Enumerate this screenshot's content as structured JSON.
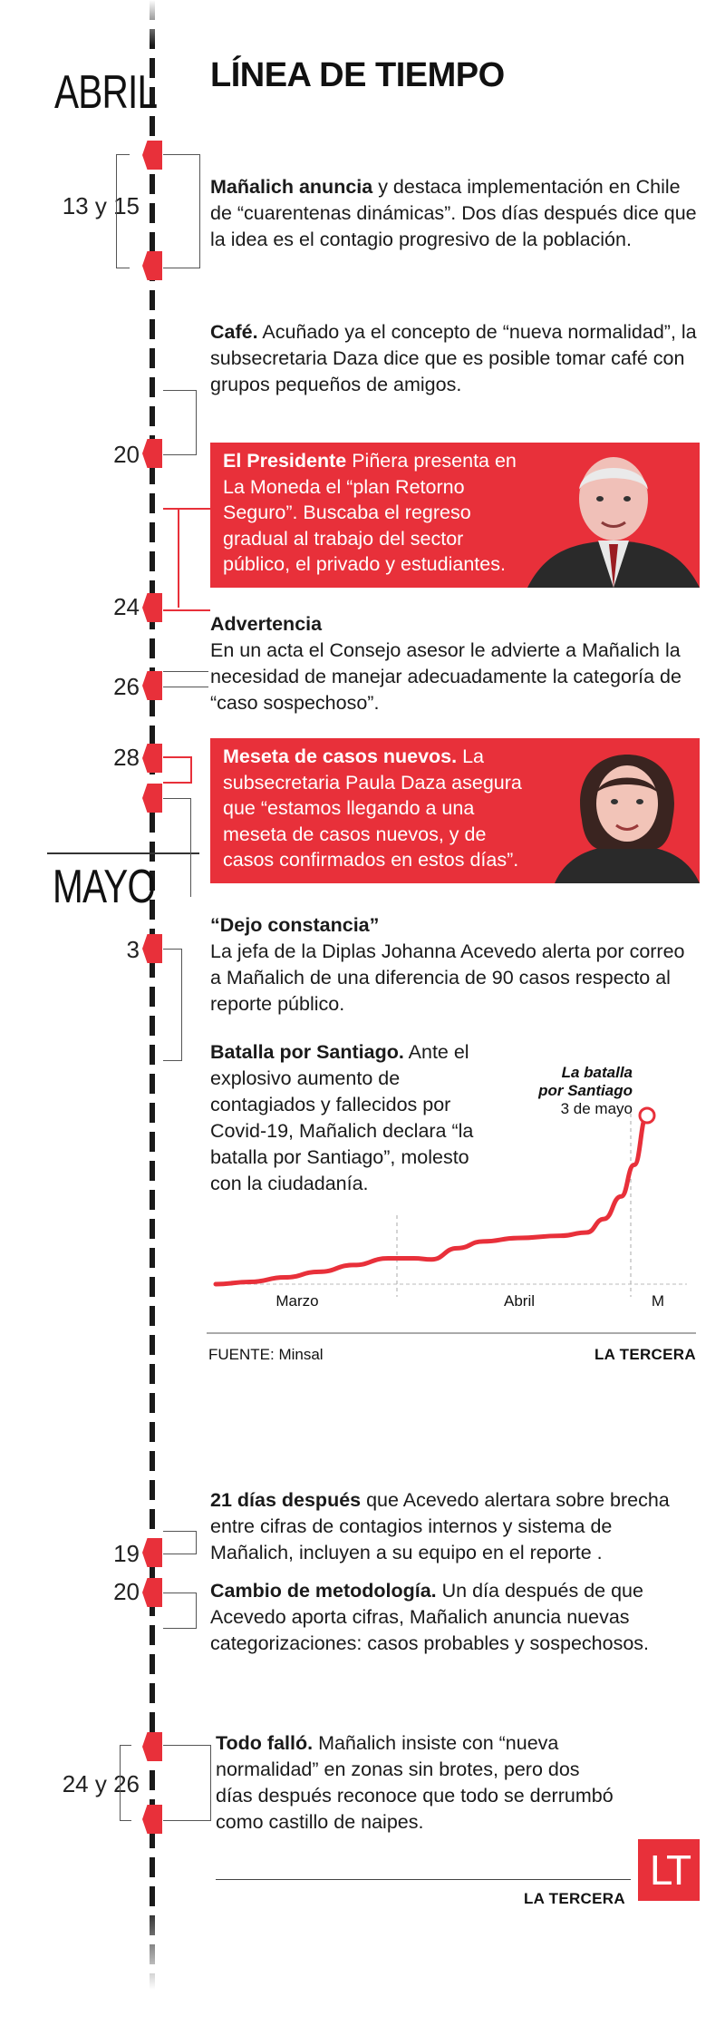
{
  "header": {
    "title": "LÍNEA DE TIEMPO"
  },
  "months": {
    "april": "ABRIL",
    "may": "MAYO"
  },
  "dates": {
    "d13_15": "13 y 15",
    "d20a": "20",
    "d24": "24",
    "d26": "26",
    "d28": "28",
    "d3": "3",
    "d19": "19",
    "d20b": "20",
    "d24_26": "24 y 26"
  },
  "events": {
    "e1": {
      "bold": "Mañalich anuncia",
      "text": " y destaca implementación en Chile de “cuarentenas dinámicas”. Dos días después dice que la idea es el contagio progresivo de la población."
    },
    "e2": {
      "bold": "Café.",
      "text": "  Acuñado ya el concepto de  “nueva normalidad”, la subsecretaria Daza  dice que es posible tomar café con grupos pequeños de amigos."
    },
    "e3": {
      "bold": "El Presidente",
      "text": " Piñera presenta en La Moneda el “plan Retorno Seguro”. Buscaba el regreso gradual al trabajo del sector público, el privado y estudiantes."
    },
    "e4": {
      "bold": "Advertencia",
      "text": "En un acta el Consejo asesor le advierte a Mañalich la necesidad de manejar adecuadamente la categoría de “caso sospechoso”."
    },
    "e5": {
      "bold": "Meseta de casos nuevos.",
      "text": " La subsecretaria Paula Daza asegura que “estamos llegando a una meseta de casos nuevos, y de casos confirmados en estos días”."
    },
    "e6": {
      "bold": "“Dejo constancia”",
      "text": "La jefa de la Diplas Johanna Acevedo alerta por correo a Mañalich de una diferencia de 90 casos respecto al reporte público."
    },
    "e7": {
      "bold": "Batalla por Santiago.",
      "text": "  Ante el explosivo aumento de contagiados y fallecidos por Covid-19, Mañalich declara “la batalla por Santiago”, molesto con la ciudadanía."
    },
    "e8": {
      "bold": "21 días después",
      "text": " que Acevedo alertara sobre brecha entre cifras de contagios internos y sistema de Mañalich, incluyen a su equipo en el reporte ."
    },
    "e9": {
      "bold": "Cambio de metodología.",
      "text": " Un día después de que Acevedo aporta cifras, Mañalich anuncia nuevas categorizaciones: casos probables y sospechosos."
    },
    "e10": {
      "bold": "Todo falló.",
      "text": "  Mañalich insiste con “nueva normalidad” en zonas sin brotes, pero dos días después reconoce que todo se derrumbó como castillo de naipes."
    }
  },
  "chart_data": {
    "type": "line",
    "annotation": [
      "La batalla",
      "por Santiago",
      "3  de mayo"
    ],
    "x_ticks": [
      "Marzo",
      "Abril",
      "M"
    ],
    "x": [
      0,
      0.08,
      0.16,
      0.24,
      0.32,
      0.4,
      0.46,
      0.5,
      0.56,
      0.62,
      0.7,
      0.8,
      0.86,
      0.9,
      0.94,
      0.97,
      1.0
    ],
    "values": [
      0,
      2,
      6,
      11,
      17,
      23,
      23,
      22,
      32,
      38,
      41,
      43,
      46,
      58,
      78,
      106,
      150
    ],
    "ylim": [
      0,
      160
    ],
    "line_color": "#e8303a",
    "source": "FUENTE: Minsal",
    "brand": "LA TERCERA"
  },
  "footer": {
    "brand": "LA TERCERA",
    "logo": "LT"
  },
  "colors": {
    "accent": "#e8303a",
    "text": "#1a1a1a"
  }
}
